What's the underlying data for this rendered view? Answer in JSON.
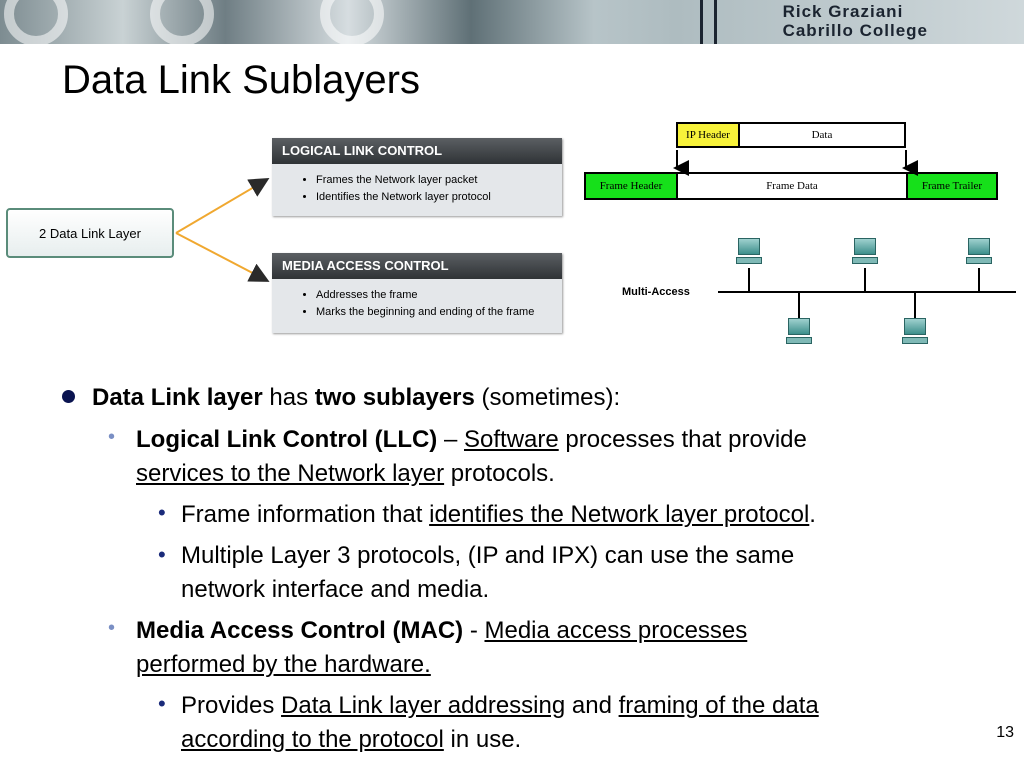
{
  "header": {
    "author_line1": "Rick Graziani",
    "author_line2": "Cabrillo College"
  },
  "title": "Data Link Sublayers",
  "diagram": {
    "data_link_box": "2 Data Link Layer",
    "llc": {
      "heading": "LOGICAL LINK CONTROL",
      "items": [
        "Frames the Network layer packet",
        "Identifies the Network layer protocol"
      ]
    },
    "mac": {
      "heading": "MEDIA ACCESS CONTROL",
      "items": [
        "Addresses the frame",
        "Marks the beginning and ending of the frame"
      ]
    },
    "frame": {
      "ip_header": "IP Header",
      "data": "Data",
      "frame_header": "Frame Header",
      "frame_data": "Frame Data",
      "frame_trailer": "Frame Trailer"
    },
    "multi_access_label": "Multi-Access",
    "colors": {
      "ip_header": "#f7f23a",
      "frame_green": "#16e01a",
      "arrow": "#f0a830"
    }
  },
  "bullets": {
    "b1": {
      "bold1": "Data Link layer",
      "t1": " has ",
      "bold2": "two sublayers",
      "t2": " (sometimes):"
    },
    "llc": {
      "bold": "Logical Link Control (LLC)",
      "dash": " – ",
      "u1": "Software",
      "t1": " processes that provide",
      "u2": "services to the Network layer",
      "t2": " protocols.",
      "sub1": {
        "t1": "Frame information that ",
        "u1": "identifies the Network layer protocol",
        "t2": "."
      },
      "sub2": {
        "l1": "Multiple Layer 3 protocols, (IP and IPX) can use the same",
        "l2": "network interface and media."
      }
    },
    "mac": {
      "bold": "Media Access Control (MAC)",
      "dash": " - ",
      "u1": "Media access processes",
      "u2": "performed by the hardware.",
      "sub1": {
        "t1": "Provides ",
        "u1": "Data Link layer addressing",
        "t2": " and ",
        "u2": "framing of the data",
        "u3": "according to the protocol",
        "t3": " in use."
      }
    }
  },
  "slide_number": "13"
}
